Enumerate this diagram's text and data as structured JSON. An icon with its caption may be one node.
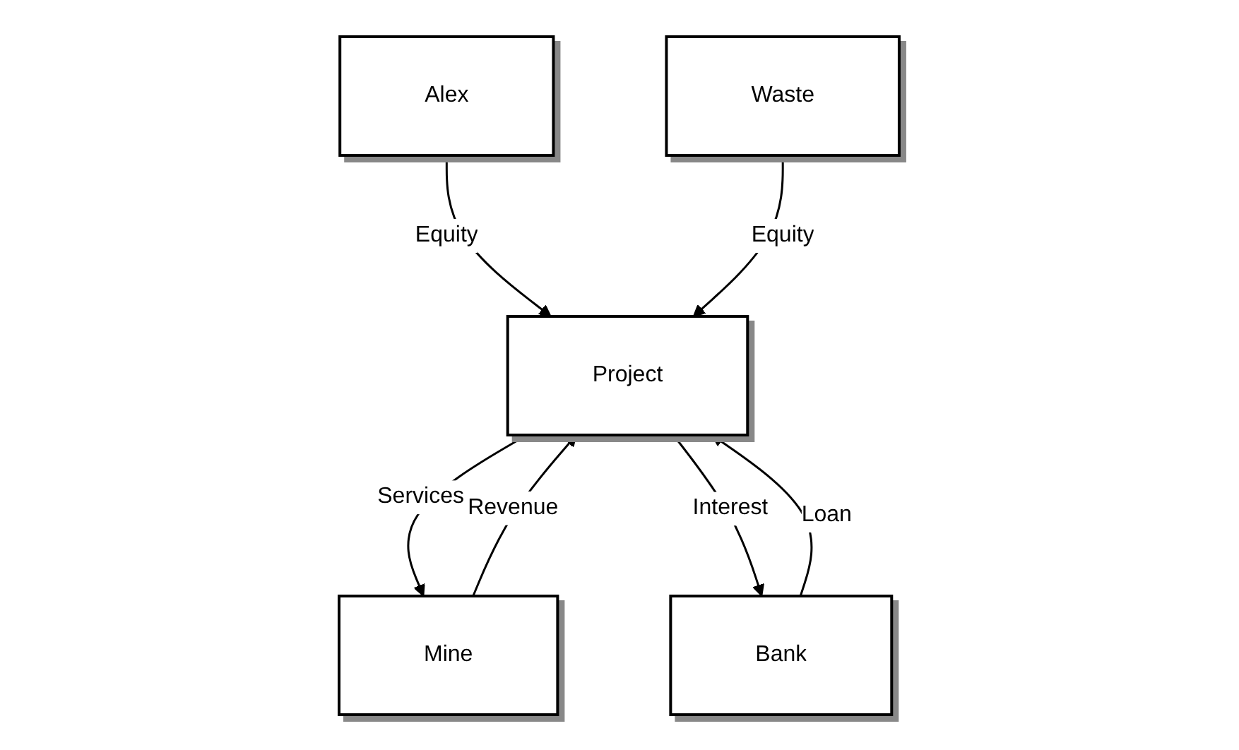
{
  "diagram": {
    "nodes": [
      {
        "text": [
          "Alex"
        ]
      },
      {
        "text": [
          "Waste"
        ]
      },
      {
        "text": [
          "Mine"
        ]
      },
      {
        "text": [
          "Project"
        ]
      },
      {
        "text": [
          "Bank"
        ]
      }
    ],
    "edges": [
      {
        "from": 0,
        "to": 3,
        "arrow": "to",
        "label": "Equity"
      },
      {
        "from": 1,
        "to": 3,
        "arrow": "to",
        "label": "Equity"
      },
      {
        "from": 3,
        "to": 2,
        "arrow": "to",
        "label": "Services"
      },
      {
        "from": 2,
        "to": 3,
        "arrow": "to",
        "label": "Revenue"
      },
      {
        "from": 4,
        "to": 3,
        "arrow": "to",
        "label": "Loan"
      },
      {
        "from": 3,
        "to": 4,
        "arrow": "to",
        "label": "Interest"
      }
    ]
  }
}
